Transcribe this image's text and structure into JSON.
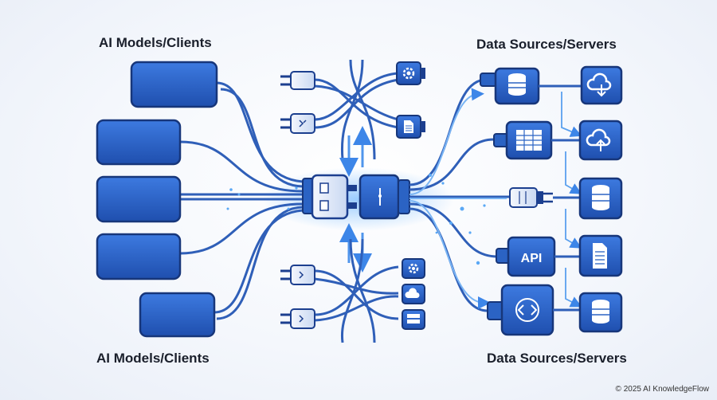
{
  "labels": {
    "top_left": "AI Models/Clients",
    "top_right": "Data Sources/Servers",
    "bottom_left": "AI Models/Clients",
    "bottom_right": "Data Sources/Servers"
  },
  "api_label": "API",
  "copyright": "© 2025 AI KnowledgeFlow",
  "colors": {
    "primary": "#2b63c4",
    "dark": "#1c3f8f",
    "light": "#6fa3ee",
    "line": "#3b6cc2",
    "glow": "#5aa8f5"
  },
  "icons": {
    "clients": [
      "client-box",
      "client-box",
      "client-box",
      "client-box",
      "client-box"
    ],
    "top_plugs": [
      "gear-icon",
      "network-icon",
      "document-icon"
    ],
    "bottom_plugs": [
      "gear-icon",
      "cloud-upload-icon",
      "server-icon",
      "network-icon"
    ],
    "sources_inner": [
      "database-icon",
      "spreadsheet-icon",
      "plug-connector",
      "api-box",
      "code-icon"
    ],
    "sources_outer": [
      "cloud-download-icon",
      "cloud-upload-icon",
      "database-icon",
      "document-icon",
      "database-icon"
    ]
  }
}
